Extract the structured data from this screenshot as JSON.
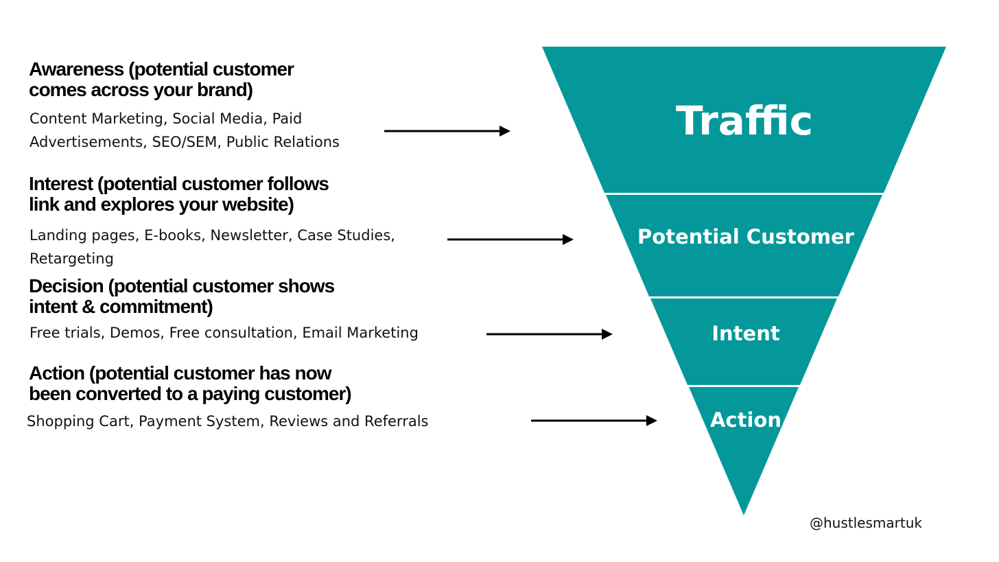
{
  "colors": {
    "funnel_fill": "#04989A",
    "funnel_divider": "#ffffff",
    "text": "#000000",
    "arrow": "#000000"
  },
  "stages": [
    {
      "title": "Awareness (potential customer\ncomes across your brand)",
      "description": "Content Marketing, Social Media, Paid\nAdvertisements, SEO/SEM, Public Relations"
    },
    {
      "title": "Interest (potential customer follows\nlink and explores your website)",
      "description": "Landing pages, E-books, Newsletter, Case Studies,\nRetargeting"
    },
    {
      "title": "Decision (potential customer shows\nintent & commitment)",
      "description": "Free trials, Demos, Free consultation, Email Marketing"
    },
    {
      "title": "Action (potential customer has now\nbeen converted to a paying customer)",
      "description": "Shopping Cart, Payment System, Reviews and Referrals"
    }
  ],
  "funnel": {
    "levels": [
      {
        "label": "Traffic"
      },
      {
        "label": "Potential Customer"
      },
      {
        "label": "Intent"
      },
      {
        "label": "Action"
      }
    ]
  },
  "handle": "@hustlesmartuk"
}
